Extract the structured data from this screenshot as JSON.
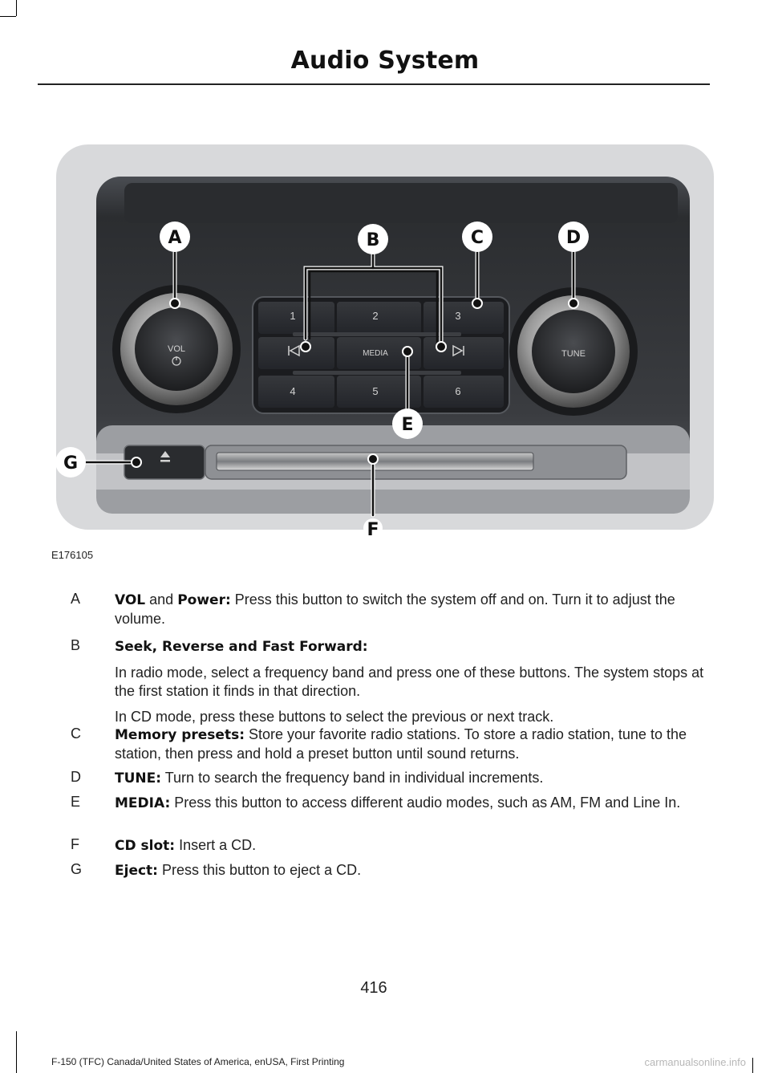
{
  "page_title": "Audio System",
  "figure": {
    "code": "E176105",
    "callouts": [
      "A",
      "B",
      "C",
      "D",
      "E",
      "F",
      "G"
    ],
    "panel": {
      "vol_label": "VOL",
      "tune_label": "TUNE",
      "media_label": "MEDIA",
      "presets_top": [
        "1",
        "2",
        "3"
      ],
      "presets_bottom": [
        "4",
        "5",
        "6"
      ],
      "power_icon": "power-icon",
      "seek_back_icon": "seek-back-icon",
      "seek_forward_icon": "seek-forward-icon",
      "eject_icon": "eject-icon"
    }
  },
  "definitions": [
    {
      "letter": "A",
      "paragraphs": [
        {
          "term": "VOL",
          "joiner": " and ",
          "term2": "Power:",
          "text": " Press this button to switch the system off and on. Turn it to adjust the volume."
        }
      ]
    },
    {
      "letter": "B",
      "paragraphs": [
        {
          "term": "Seek, Reverse and Fast Forward:",
          "text": ""
        },
        {
          "term": "",
          "text": "In radio mode, select a frequency band and press one of these buttons. The system stops at the first station it finds in that direction."
        },
        {
          "term": "",
          "text": "In CD mode, press these buttons to select the previous or next track."
        }
      ]
    },
    {
      "letter": "C",
      "paragraphs": [
        {
          "term": "Memory presets:",
          "text": " Store your favorite radio stations. To store a radio station, tune to the station, then press and hold a preset button until sound returns."
        }
      ]
    },
    {
      "letter": "D",
      "paragraphs": [
        {
          "term": "TUNE:",
          "text": " Turn to search the frequency band in individual increments."
        }
      ]
    },
    {
      "letter": "E",
      "paragraphs": [
        {
          "term": "MEDIA:",
          "text": " Press this button to access different audio modes, such as AM, FM and Line In."
        }
      ]
    },
    {
      "letter": "F",
      "paragraphs": [
        {
          "term": "CD slot:",
          "text": " Insert a CD."
        }
      ]
    },
    {
      "letter": "G",
      "paragraphs": [
        {
          "term": "Eject:",
          "text": " Press this button to eject a CD."
        }
      ]
    }
  ],
  "page_number": "416",
  "footer": "F-150 (TFC) Canada/United States of America, enUSA, First Printing",
  "watermark": "carmanualsonline.info"
}
